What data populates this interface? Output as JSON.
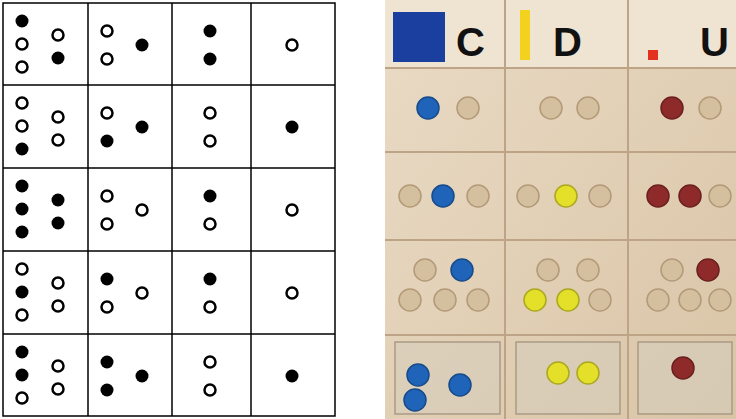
{
  "diagram": {
    "labels": [
      "C",
      "D",
      "U"
    ]
  }
}
